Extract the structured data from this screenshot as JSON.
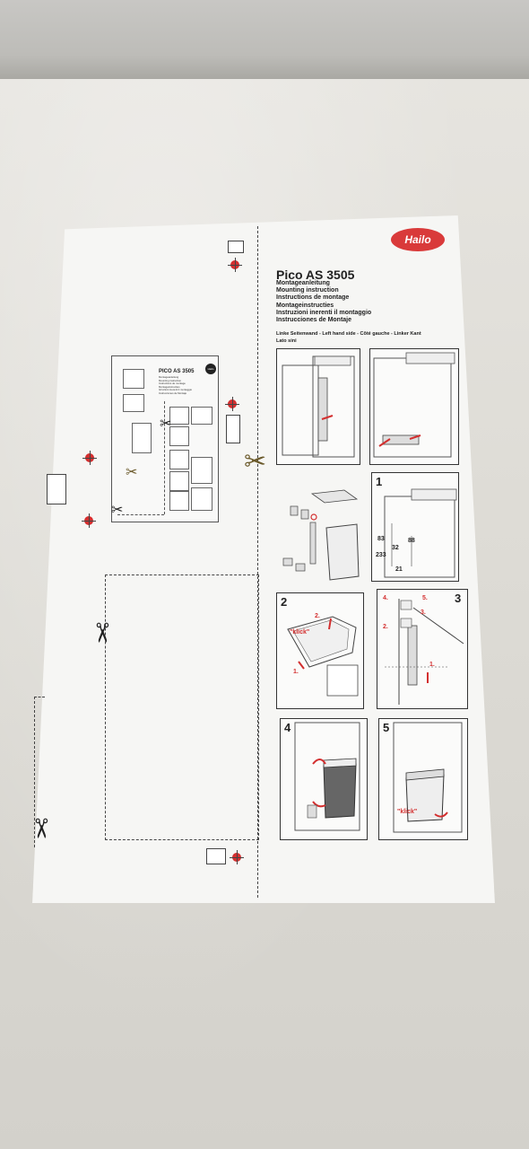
{
  "document": {
    "brand": "Hailo",
    "title": "Pico AS 3505",
    "languages": [
      "Montageanleitung",
      "Mounting instruction",
      "Instructions de montage",
      "Montageinstructies",
      "Instruzioni inerenti il montaggio",
      "Instrucciones de Montaje"
    ],
    "side_line_1": "Linke Seitenwand - Left hand side - Côté gauche - Linker Kant",
    "side_line_2": "Lato sini",
    "steps": [
      "1",
      "2",
      "3",
      "4",
      "5"
    ],
    "click_label": "\"klick\"",
    "step2_labels": [
      "2.",
      "1."
    ],
    "step3_labels": [
      "4.",
      "5.",
      "3.",
      "2.",
      "1."
    ],
    "dimensions": [
      "83",
      "32",
      "88",
      "233",
      "21"
    ],
    "template": {
      "title": "PICO AS 3505",
      "text": [
        "Montageanleitung",
        "Mounting instruction",
        "Instructions de montage",
        "Montageinstructies",
        "Istruzioni inerenti il montaggio",
        "Instrucciones de Montaje"
      ],
      "logo": "Hailo"
    }
  },
  "colors": {
    "accent": "#d32f2f",
    "ink": "#222222",
    "paper": "#f6f6f4"
  }
}
